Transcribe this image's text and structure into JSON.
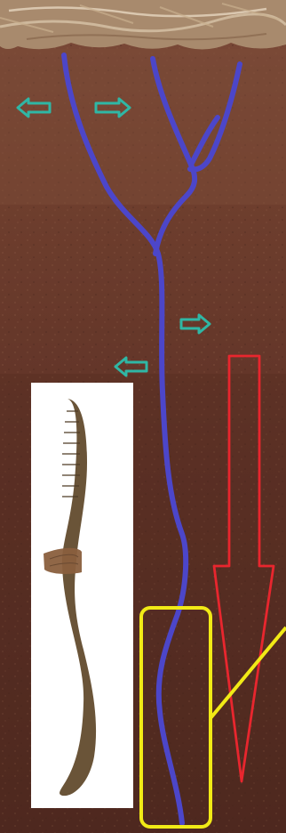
{
  "figure": {
    "kind": "soil-profile-earthworm-burrow",
    "colors": {
      "soil_light": "#8b5a45",
      "soil_mid": "#6f3f2e",
      "soil_dark": "#5b2f25",
      "surface_litter": "#b69b7e",
      "burrow": "#4c46c9",
      "lateral_arrows": "#2fb7a5",
      "depth_arrow": "#e8262e",
      "highlight_box": "#f1ea16",
      "worm_body": "#6a5438",
      "worm_clitellum": "#8a5f3d",
      "inset_background": "#ffffff"
    },
    "elements": {
      "main_burrow": "vertical-burrow",
      "lateral_arrows": [
        "arrow-left",
        "arrow-right",
        "arrow-right",
        "arrow-left"
      ],
      "depth_arrow": "down-arrow",
      "inset": "earthworm-photo",
      "highlight": "burrow-detail-box"
    }
  }
}
